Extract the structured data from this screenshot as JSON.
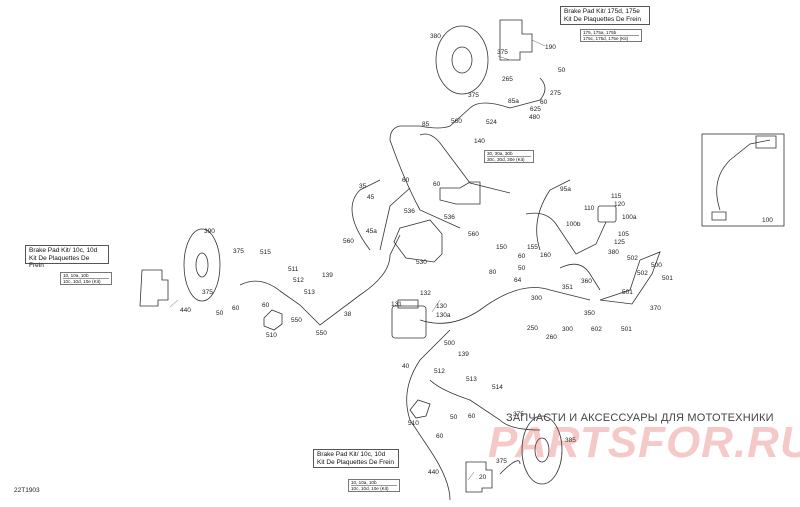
{
  "diagram_code": "22T1903",
  "watermark": {
    "text": "ЗАПЧАСТИ И АКСЕССУАРЫ ДЛЯ МОТОТЕХНИКИ",
    "brand": "PARTSFOR.RU"
  },
  "kits": {
    "top_right": {
      "title_en": "Brake Pad Kit/ 175d, 175e",
      "title_fr": "Kit De Plaquettes De Frein",
      "refs": [
        "175, 175a, 175b",
        "175c, 175d, 175e (Kit)"
      ]
    },
    "left": {
      "title_en": "Brake Pad Kit/ 10c, 10d",
      "title_fr": "Kit De Plaquettes De Frein",
      "refs": [
        "10, 10a, 10b",
        "10c, 10d, 10e (Kit)"
      ]
    },
    "bottom": {
      "title_en": "Brake Pad Kit/ 10c, 10d",
      "title_fr": "Kit De Plaquettes De Frein",
      "refs": [
        "10, 10a, 10b",
        "10c, 10d, 10e (Kit)"
      ]
    },
    "center": {
      "refs": [
        "30, 30a, 30b",
        "30c, 30d, 30e (Kit)"
      ]
    }
  },
  "callouts": {
    "c380a": "380",
    "c375a": "375",
    "c190": "190",
    "c265": "265",
    "c50a": "50",
    "c275": "275",
    "c375b": "375",
    "c85a": "85a",
    "c60a": "60",
    "c625": "625",
    "c560a": "560",
    "c524": "524",
    "c480": "480",
    "c85": "85",
    "c140": "140",
    "c35": "35",
    "c60b": "60",
    "c60c": "60",
    "c45": "45",
    "c536": "536",
    "c536b": "536",
    "c560b": "560",
    "c45a": "45a",
    "c560c": "560",
    "c530": "530",
    "c95a": "95a",
    "c115": "115",
    "c120": "120",
    "c110": "110",
    "c100b": "100b",
    "c100a": "100a",
    "c105": "105",
    "c125": "125",
    "c100": "100",
    "c390": "390",
    "c375c": "375",
    "c515": "515",
    "c375d": "375",
    "c511": "511",
    "c512a": "512",
    "c139a": "139",
    "c60d": "60",
    "c513": "513",
    "c50b": "50",
    "c60e": "60",
    "c440a": "440",
    "c510a": "510",
    "c550a": "550",
    "c550b": "550",
    "c38": "38",
    "c131": "131",
    "c132": "132",
    "c130": "130",
    "c130a": "130a",
    "c150": "150",
    "c80": "80",
    "c155": "155",
    "c160": "160",
    "c60f": "60",
    "c64": "64",
    "c50c": "50",
    "c360": "360",
    "c380b": "380",
    "c502a": "502",
    "c500a": "500",
    "c501a": "501",
    "c502b": "502",
    "c501b": "501",
    "c351": "351",
    "c300a": "300",
    "c370": "370",
    "c350": "350",
    "c602": "602",
    "c501c": "501",
    "c250": "250",
    "c300b": "300",
    "c260": "260",
    "c500b": "500",
    "c139b": "139",
    "c40": "40",
    "c512b": "512",
    "c513b": "513",
    "c514": "514",
    "c510b": "510",
    "c50d": "50",
    "c60g": "60",
    "c60h": "60",
    "c375e": "375",
    "c385": "385",
    "c375f": "375",
    "c440b": "440",
    "c20": "20"
  }
}
